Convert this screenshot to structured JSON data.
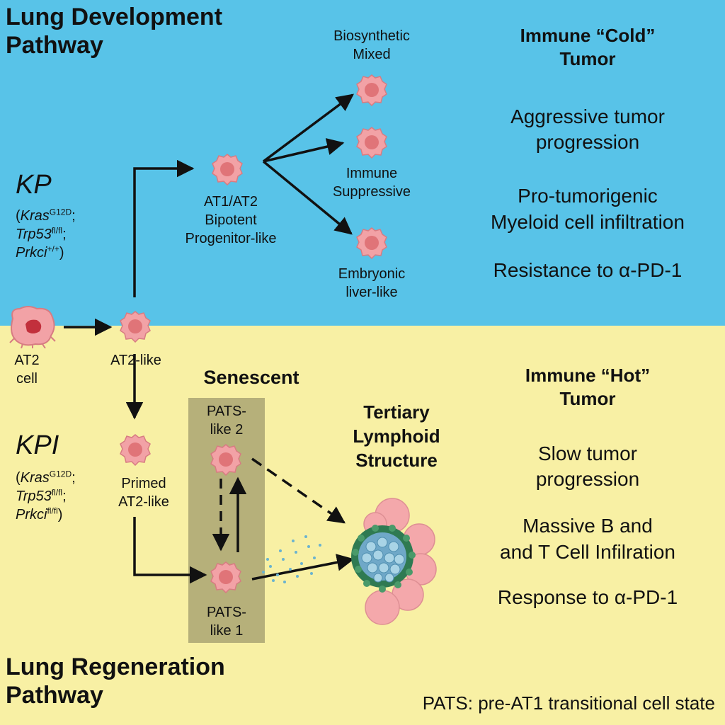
{
  "top_pathway": {
    "line1": "Lung Development",
    "line2": "Pathway"
  },
  "bottom_pathway": {
    "line1": "Lung Regeneration",
    "line2": "Pathway"
  },
  "kp": {
    "model": "KP",
    "kras_gene": "Kras",
    "kras_allele": "G12D",
    "trp53_gene": "Trp53",
    "trp53_allele": "fl/fl",
    "prkci_gene": "Prkci",
    "prkci_allele": "+/+"
  },
  "kpi": {
    "model": "KPI",
    "kras_gene": "Kras",
    "kras_allele": "G12D",
    "trp53_gene": "Trp53",
    "trp53_allele": "fl/fl",
    "prkci_gene": "Prkci",
    "prkci_allele": "fl/fl"
  },
  "cells": {
    "at2_cell": {
      "line1": "AT2",
      "line2": "cell"
    },
    "at2_like": "AT2-like",
    "bipotent": {
      "line1": "AT1/AT2",
      "line2": "Bipotent",
      "line3": "Progenitor-like"
    },
    "biosynthetic": {
      "line1": "Biosynthetic",
      "line2": "Mixed"
    },
    "immune_suppressive": {
      "line1": "Immune",
      "line2": "Suppressive"
    },
    "embryonic": {
      "line1": "Embryonic",
      "line2": "liver-like"
    },
    "primed": {
      "line1": "Primed",
      "line2": "AT2-like"
    },
    "pats2": {
      "line1": "PATS-",
      "line2": "like 2"
    },
    "pats1": {
      "line1": "PATS-",
      "line2": "like 1"
    }
  },
  "senescent": "Senescent",
  "tls": {
    "line1": "Tertiary",
    "line2": "Lymphoid",
    "line3": "Structure"
  },
  "cold": {
    "title1": "Immune “Cold”",
    "title2": "Tumor",
    "f1a": "Aggressive tumor",
    "f1b": "progression",
    "f2a": "Pro-tumorigenic",
    "f2b": "Myeloid cell infiltration",
    "f3": "Resistance to α-PD-1"
  },
  "hot": {
    "title1": "Immune “Hot”",
    "title2": "Tumor",
    "f1a": "Slow tumor",
    "f1b": "progression",
    "f2a": "Massive B and",
    "f2b": "and T Cell Infilration",
    "f3": "Response to α-PD-1"
  },
  "footnote": "PATS: pre-AT1 transitional cell state",
  "colors": {
    "top_bg": "#58c3e8",
    "bottom_bg": "#f8f0a4",
    "cell_fill": "#f2a2a6",
    "cell_nucleus": "#e07478",
    "senescent_box": "#b6b07a"
  }
}
